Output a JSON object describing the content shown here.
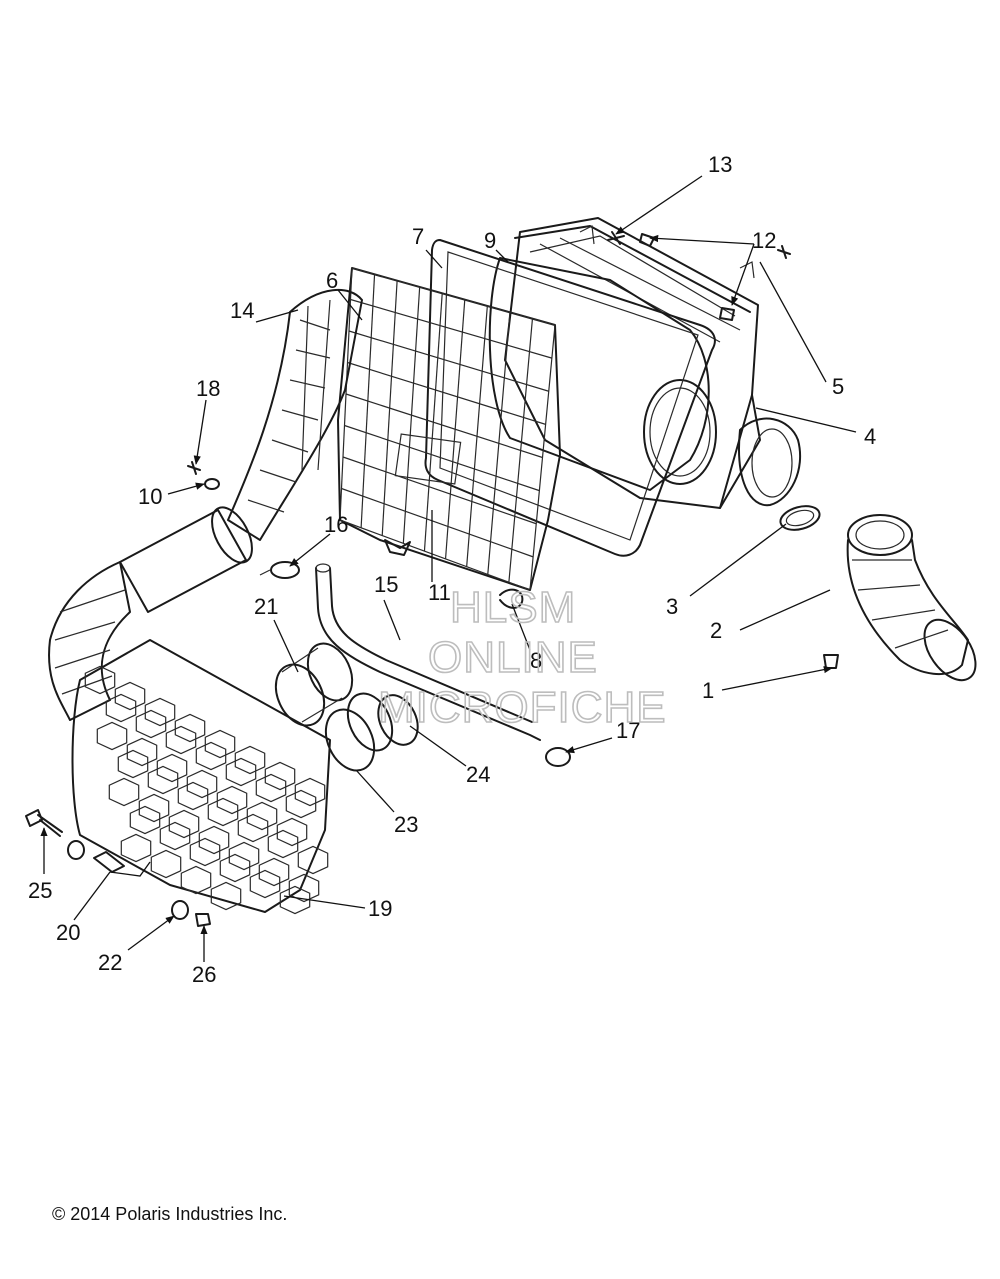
{
  "callouts": {
    "c1": "1",
    "c2": "2",
    "c3": "3",
    "c4": "4",
    "c5": "5",
    "c6": "6",
    "c7": "7",
    "c8": "8",
    "c9": "9",
    "c10": "10",
    "c11": "11",
    "c12": "12",
    "c13": "13",
    "c14": "14",
    "c15": "15",
    "c16": "16",
    "c17": "17",
    "c18": "18",
    "c19": "19",
    "c20": "20",
    "c21": "21",
    "c22": "22",
    "c23": "23",
    "c24": "24",
    "c25": "25",
    "c26": "26"
  },
  "watermark": {
    "line1": "HLSM",
    "line2": "ONLINE",
    "line3": "MICROFICHE"
  },
  "footer": {
    "copyright": "© 2014 Polaris Industries Inc."
  }
}
